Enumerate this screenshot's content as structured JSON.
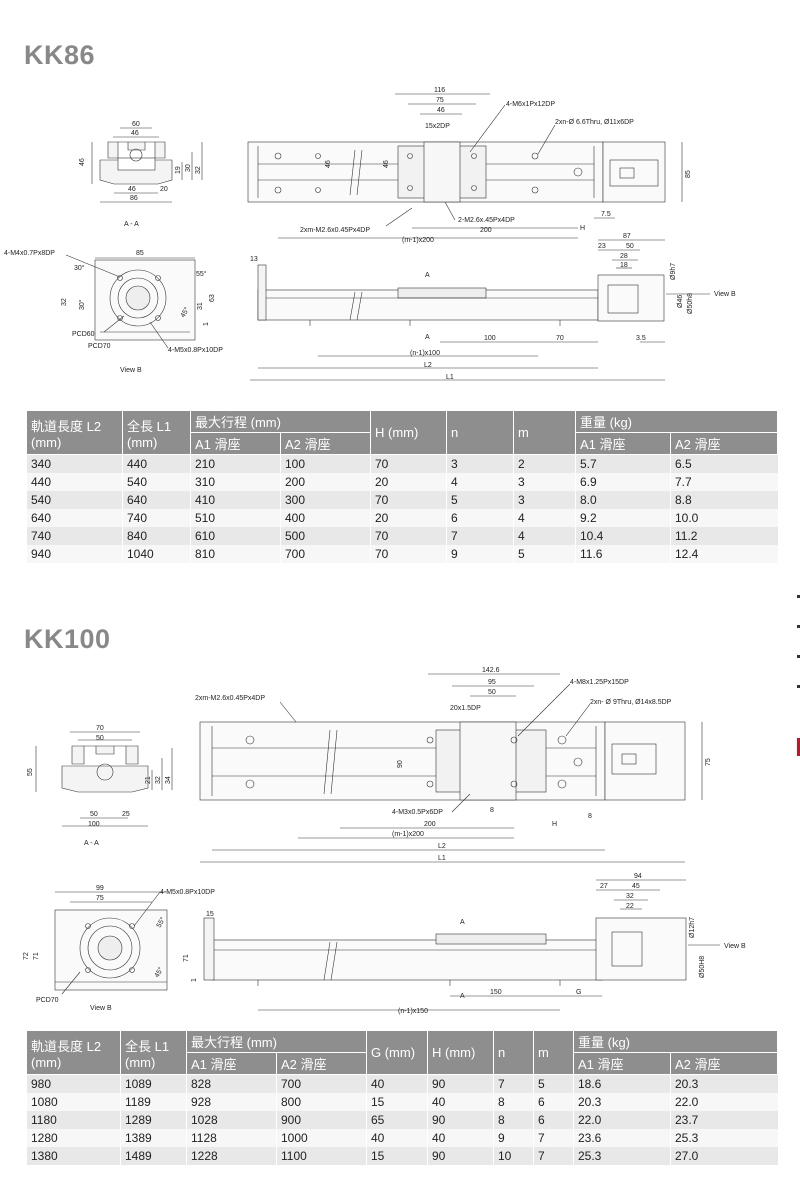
{
  "kk86": {
    "title": "KK86",
    "dims": {
      "d116": "116",
      "d75": "75",
      "d46a": "46",
      "d15x2dp": "15x2DP",
      "m6": "4-M6x1Px12DP",
      "thru": "2xn-Ø 6.6Thru, Ø11x6DP",
      "d46v": "46",
      "d46v2": "46",
      "d85v": "85",
      "m26": "2-M2.6x.45Px4DP",
      "xm": "2xm-M2.6x0.45Px4DP",
      "d200": "200",
      "d75b": "7.5",
      "h": "H",
      "m200": "(m-1)x200",
      "s60": "60",
      "s46": "46",
      "s46v": "46",
      "s19": "19",
      "s30": "30",
      "s32": "32",
      "s46b": "46",
      "s20": "20",
      "s86": "86",
      "aa": "A - A",
      "m4": "4-M4x0.7Px8DP",
      "e85": "85",
      "e55": "55°",
      "e30": "30°",
      "e32": "32",
      "e45": "45°",
      "e31": "31",
      "e63": "63",
      "e1": "1",
      "pcd60": "PCD60",
      "pcd70": "PCD70",
      "m5": "4-M5x0.8Px10DP",
      "viewb": "View B",
      "f13": "13",
      "f87": "87",
      "f23": "23",
      "f50": "50",
      "f28": "28",
      "f18": "18",
      "fa": "A",
      "fa2": "A",
      "f9h7": "Ø9h7",
      "f46": "Ø46",
      "f50h8": "Ø50h8",
      "fview": "View B",
      "f100": "100",
      "f70": "70",
      "f35": "3.5",
      "fn100": "(n-1)x100",
      "fl2": "L2",
      "fl1": "L1"
    },
    "table": {
      "headers": {
        "l2": "軌道長度 L2 (mm)",
        "l1": "全長 L1 (mm)",
        "stroke": "最大行程 (mm)",
        "a1": "A1 滑座",
        "a2": "A2 滑座",
        "h": "H (mm)",
        "n": "n",
        "m": "m",
        "weight": "重量 (kg)",
        "wa1": "A1 滑座",
        "wa2": "A2 滑座"
      },
      "rows": [
        [
          "340",
          "440",
          "210",
          "100",
          "70",
          "3",
          "2",
          "5.7",
          "6.5"
        ],
        [
          "440",
          "540",
          "310",
          "200",
          "20",
          "4",
          "3",
          "6.9",
          "7.7"
        ],
        [
          "540",
          "640",
          "410",
          "300",
          "70",
          "5",
          "3",
          "8.0",
          "8.8"
        ],
        [
          "640",
          "740",
          "510",
          "400",
          "20",
          "6",
          "4",
          "9.2",
          "10.0"
        ],
        [
          "740",
          "840",
          "610",
          "500",
          "70",
          "7",
          "4",
          "10.4",
          "11.2"
        ],
        [
          "940",
          "1040",
          "810",
          "700",
          "70",
          "9",
          "5",
          "11.6",
          "12.4"
        ]
      ]
    }
  },
  "kk100": {
    "title": "KK100",
    "dims": {
      "d1426": "142.6",
      "d95": "95",
      "d50": "50",
      "d20x15": "20x1.5DP",
      "m8": "4-M8x1.25Px15DP",
      "thru": "2xn- Ø 9Thru, Ø14x8.5DP",
      "xm": "2xm-M2.6x0.45Px4DP",
      "d90": "90",
      "d75v": "75",
      "m3": "4-M3x0.5Px6DP",
      "d8": "8",
      "d8b": "8",
      "h": "H",
      "d200": "200",
      "m200": "(m-1)x200",
      "l2": "L2",
      "l1": "L1",
      "s70": "70",
      "s50": "50",
      "s55": "55",
      "s21": "21",
      "s32": "32",
      "s34": "34",
      "s50b": "50",
      "s25": "25",
      "s100": "100",
      "aa": "A - A",
      "e99": "99",
      "e75": "75",
      "m5": "4-M5x0.8Px10DP",
      "e72": "72",
      "e71": "71",
      "e55": "55°",
      "e45": "45°",
      "pcd70": "PCD70",
      "viewb": "View B",
      "f15": "15",
      "f71": "71",
      "f1": "1",
      "f94": "94",
      "f27": "27",
      "f45": "45",
      "f32": "32",
      "f22": "22",
      "fa": "A",
      "fa2": "A",
      "f12h7": "Ø12h7",
      "f50h8": "Ø50H8",
      "fview": "View B",
      "f150": "150",
      "fg": "G",
      "fn150": "(n-1)x150"
    },
    "table": {
      "headers": {
        "l2": "軌道長度 L2 (mm)",
        "l1": "全長 L1 (mm)",
        "stroke": "最大行程 (mm)",
        "a1": "A1 滑座",
        "a2": "A2 滑座",
        "g": "G (mm)",
        "h": "H (mm)",
        "n": "n",
        "m": "m",
        "weight": "重量 (kg)",
        "wa1": "A1 滑座",
        "wa2": "A2 滑座"
      },
      "rows": [
        [
          "980",
          "1089",
          "828",
          "700",
          "40",
          "90",
          "7",
          "5",
          "18.6",
          "20.3"
        ],
        [
          "1080",
          "1189",
          "928",
          "800",
          "15",
          "40",
          "8",
          "6",
          "20.3",
          "22.0"
        ],
        [
          "1180",
          "1289",
          "1028",
          "900",
          "65",
          "90",
          "8",
          "6",
          "22.0",
          "23.7"
        ],
        [
          "1280",
          "1389",
          "1128",
          "1000",
          "40",
          "40",
          "9",
          "7",
          "23.6",
          "25.3"
        ],
        [
          "1380",
          "1489",
          "1228",
          "1100",
          "15",
          "90",
          "10",
          "7",
          "25.3",
          "27.0"
        ]
      ]
    }
  }
}
